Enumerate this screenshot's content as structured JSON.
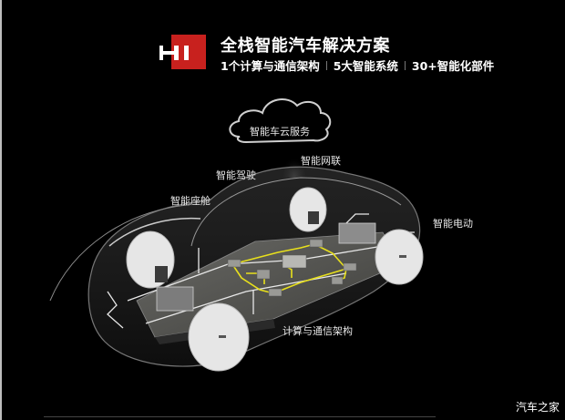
{
  "header": {
    "logo_text": "HI",
    "logo_color": "#c8211e",
    "title": "全栈智能汽车解决方案",
    "subtitle_items": [
      "1个计算与通信架构",
      "5大智能系统",
      "30+智能化部件"
    ]
  },
  "diagram": {
    "labels": {
      "cloud": "智能车云服务",
      "connectivity": "智能网联",
      "driving": "智能驾驶",
      "cockpit": "智能座舱",
      "electric": "智能电动",
      "architecture": "计算与通信架构"
    },
    "accent_color": "#e8e01c"
  },
  "watermark": "汽车之家"
}
